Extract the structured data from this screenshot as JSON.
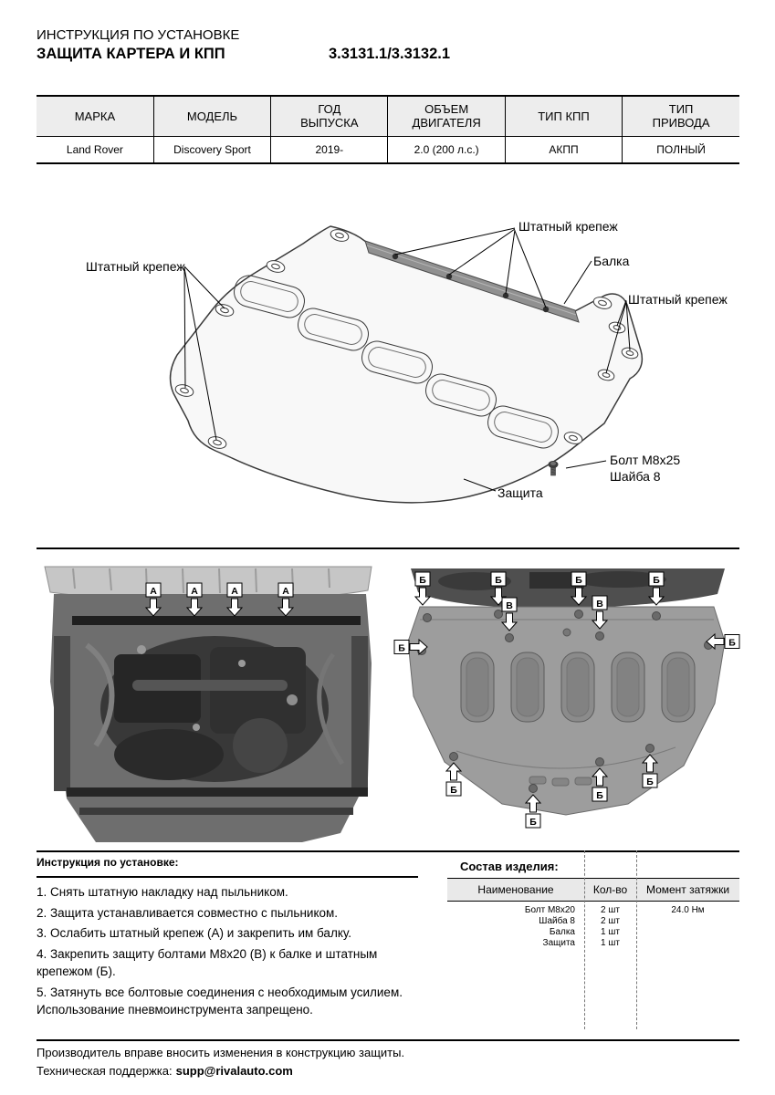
{
  "header": {
    "doc_type": "ИНСТРУКЦИЯ ПО УСТАНОВКЕ",
    "product": "ЗАЩИТА КАРТЕРА И КПП",
    "part_numbers": "3.3131.1/3.3132.1"
  },
  "spec_table": {
    "headers": [
      "МАРКА",
      "МОДЕЛЬ",
      "ГОД\nВЫПУСКА",
      "ОБЪЕМ\nДВИГАТЕЛЯ",
      "ТИП КПП",
      "ТИП\nПРИВОДА"
    ],
    "row": [
      "Land Rover",
      "Discovery Sport",
      "2019-",
      "2.0 (200 л.с.)",
      "АКПП",
      "ПОЛНЫЙ"
    ]
  },
  "diagram": {
    "label_fastener_top": "Штатный крепеж",
    "label_beam": "Балка",
    "label_fastener_right": "Штатный крепеж",
    "label_fastener_left": "Штатный крепеж",
    "label_bolt": "Болт М8х25",
    "label_washer": "Шайба 8",
    "label_guard": "Защита"
  },
  "photos": {
    "left_markers": [
      "А",
      "А",
      "А",
      "А"
    ],
    "right_markers_top": [
      "Б",
      "Б",
      "Б",
      "Б"
    ],
    "right_markers_mid": [
      "В",
      "В"
    ],
    "right_markers_side": [
      "Б",
      "Б"
    ],
    "right_markers_bottom": [
      "Б",
      "Б",
      "Б",
      "Б"
    ]
  },
  "instructions": {
    "title": "Инструкция по установке:",
    "steps": [
      "1. Снять штатную накладку над пыльником.",
      "2. Защита устанавливается совместно с пыльником.",
      "3. Ослабить штатный крепеж (А) и закрепить им балку.",
      "4. Закрепить защиту болтами М8х20 (В) к балке и штатным крепежом (Б).",
      "5. Затянуть все болтовые соединения с необходимым усилием. Использование пневмоинструмента запрещено."
    ]
  },
  "parts": {
    "title": "Состав изделия:",
    "headers": [
      "Наименование",
      "Кол-во",
      "Момент затяжки"
    ],
    "rows": [
      {
        "name": "Болт М8х20",
        "qty": "2 шт",
        "torque": "24.0 Нм"
      },
      {
        "name": "Шайба 8",
        "qty": "2 шт",
        "torque": ""
      },
      {
        "name": "Балка",
        "qty": "1 шт",
        "torque": ""
      },
      {
        "name": "Защита",
        "qty": "1 шт",
        "torque": ""
      }
    ]
  },
  "footer": {
    "disclaimer": "Производитель вправе вносить изменения в конструкцию защиты.",
    "support_label": "Техническая поддержка:",
    "support_email": "supp@rivalauto.com"
  }
}
